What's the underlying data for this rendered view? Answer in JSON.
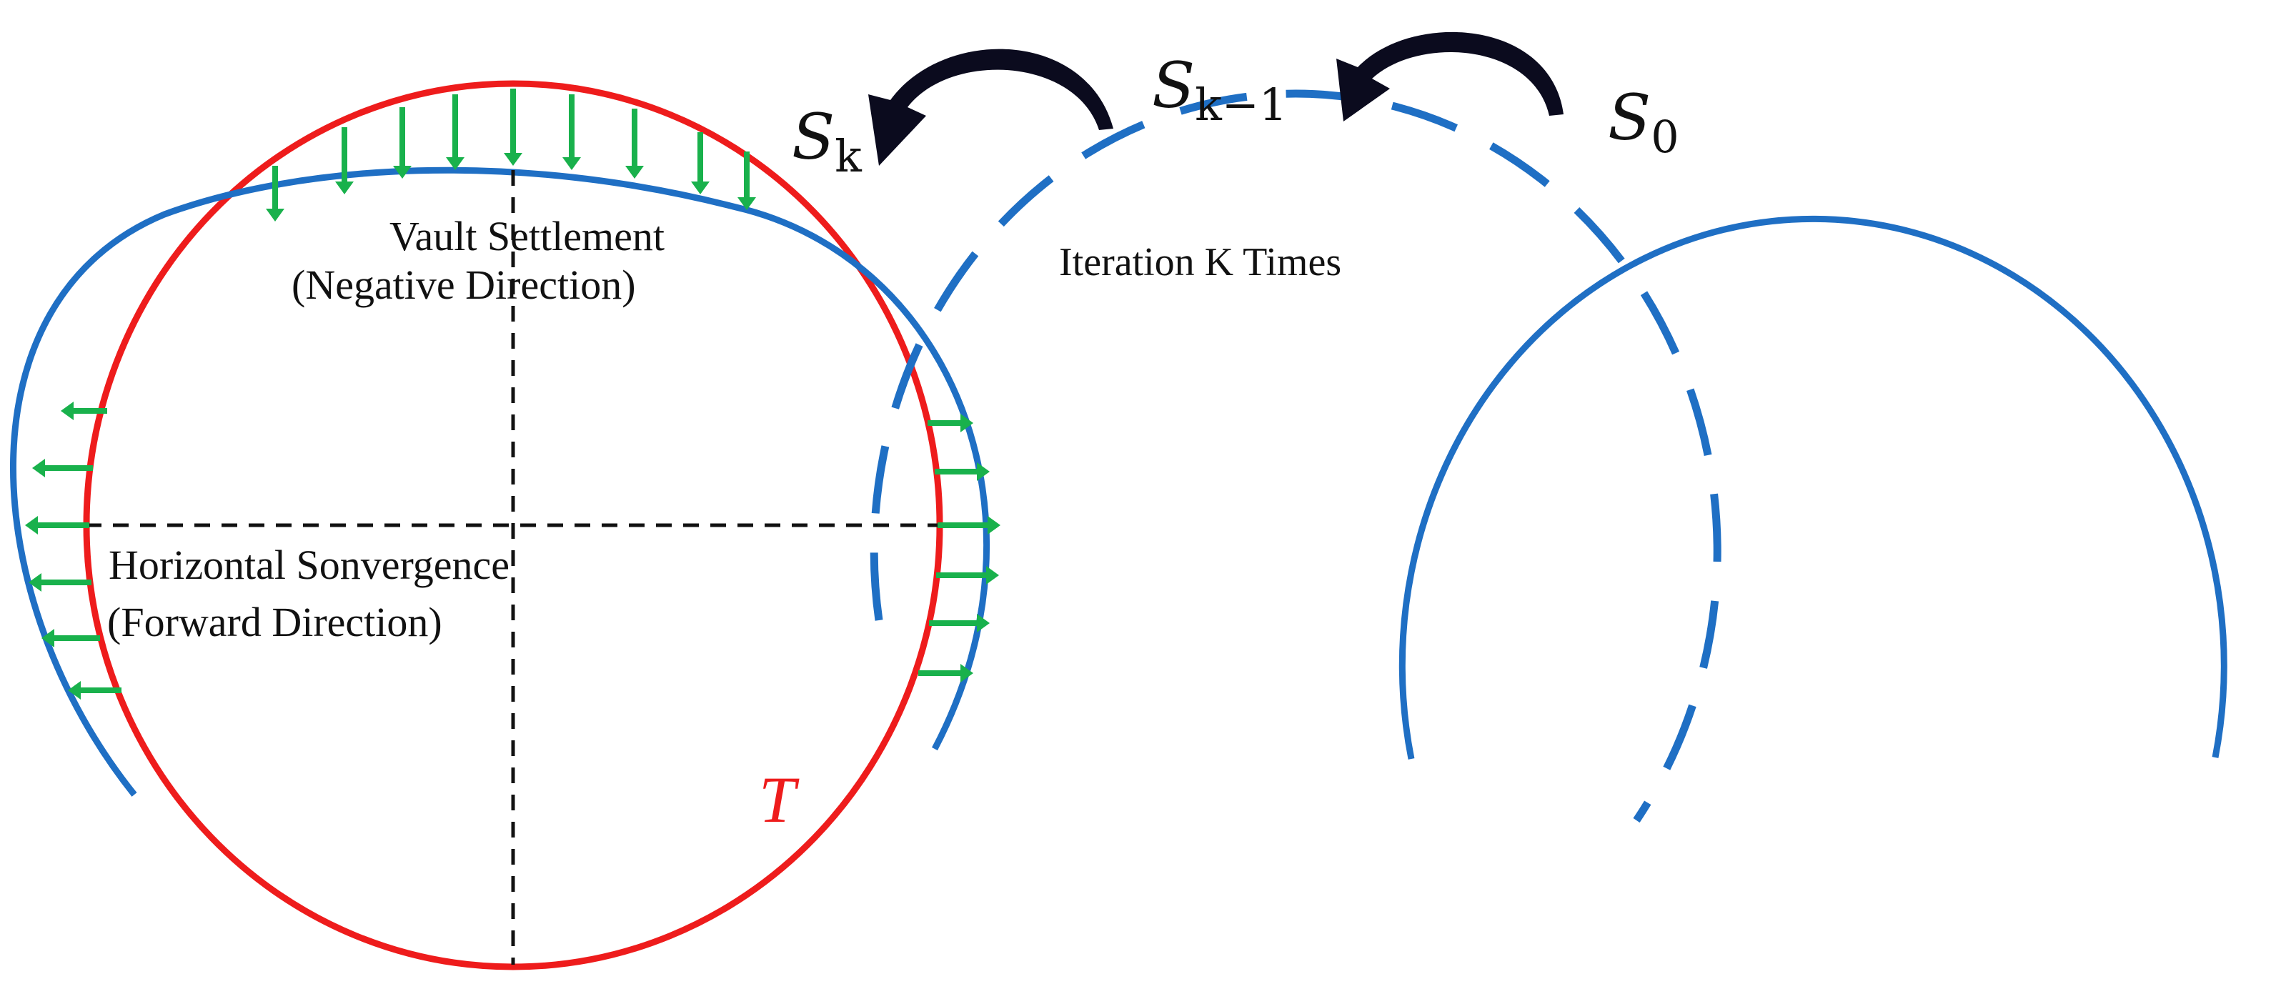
{
  "labels": {
    "vault_line1": "Vault  Settlement",
    "vault_line2": "(Negative  Direction)",
    "horizontal_line1": "Horizontal Sonvergence",
    "horizontal_line2": "(Forward Direction)",
    "iteration": "Iteration K Times",
    "target": "T"
  },
  "shapes": {
    "S_k": {
      "symbol": "S",
      "subscript": "k"
    },
    "S_k_minus_1": {
      "symbol": "S",
      "subscript": "k−1"
    },
    "S_0": {
      "symbol": "S",
      "subscript": "0"
    }
  },
  "colors": {
    "target_ring": "#ee1c1c",
    "shape_curve": "#1f6fc4",
    "arrow": "#19b14c",
    "axis": "#111111",
    "iteration_arrow": "#0b0b1e"
  },
  "icons": {
    "settlement_arrows": "arrow-down",
    "convergence_arrows_left": "arrow-left",
    "convergence_arrows_right": "arrow-right",
    "iteration_arrows": "curved-arrow-left"
  }
}
